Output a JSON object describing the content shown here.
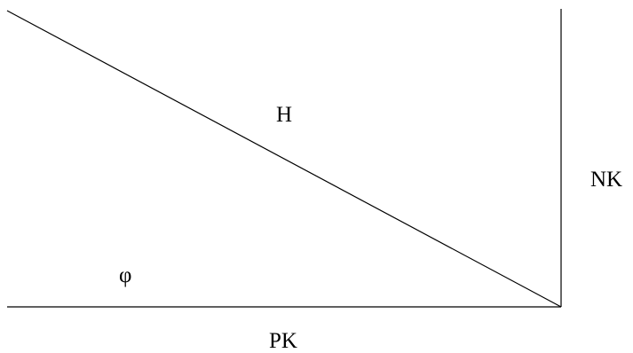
{
  "labels": {
    "hypotenuse": "H",
    "vertical_side": "NK",
    "horizontal_side": "PK",
    "angle": "φ"
  },
  "colors": {
    "line": "#000000",
    "background": "#ffffff"
  }
}
